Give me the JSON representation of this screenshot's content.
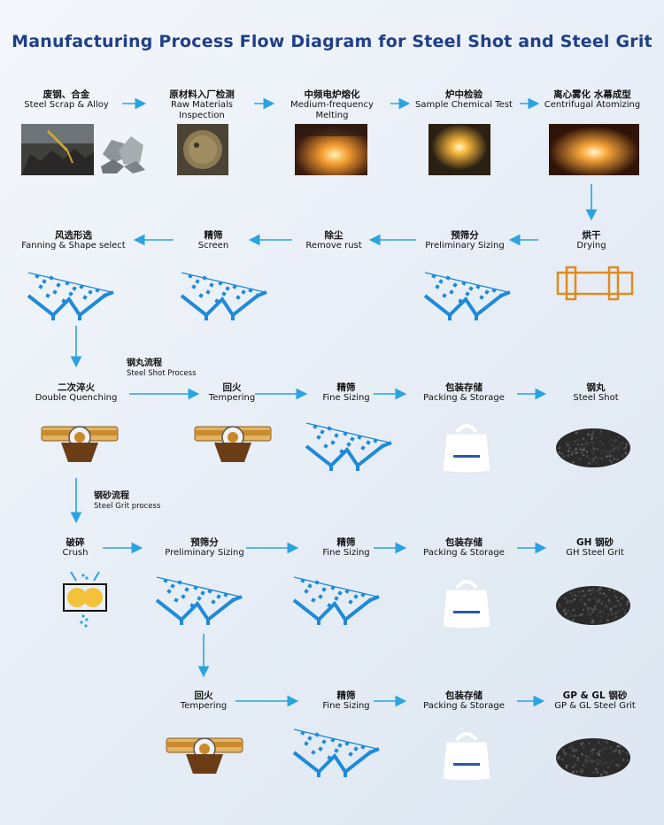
{
  "title": "Manufacturing Process Flow Diagram for Steel Shot and Steel Grit",
  "colors": {
    "arrow": "#2aa3e0",
    "title": "#1f3f8a",
    "screen": "#1f8ad8",
    "dryer": "#e08a1e",
    "roller": "#c8923a",
    "shot": "#2b2b2b"
  },
  "steps": {
    "scrap": {
      "cn": "废钢、合金",
      "en": "Steel Scrap & Alloy"
    },
    "inspection": {
      "cn": "原材料入厂检测",
      "en": "Raw Materials Inspection"
    },
    "melting": {
      "cn": "中频电炉熔化",
      "en": "Medium-frequency Melting"
    },
    "chemical": {
      "cn": "炉中检验",
      "en": "Sample Chemical Test"
    },
    "atomizing": {
      "cn": "离心雾化 水幕成型",
      "en": "Centrifugal Atomizing"
    },
    "drying": {
      "cn": "烘干",
      "en": "Drying"
    },
    "presizing1": {
      "cn": "预筛分",
      "en": "Preliminary Sizing"
    },
    "rust": {
      "cn": "除尘",
      "en": "Remove rust"
    },
    "screen": {
      "cn": "精筛",
      "en": "Screen"
    },
    "fanning": {
      "cn": "风选形选",
      "en": "Fanning & Shape select"
    },
    "quench": {
      "cn": "二次淬火",
      "en": "Double Quenching"
    },
    "temper1": {
      "cn": "回火",
      "en": "Tempering"
    },
    "fine1": {
      "cn": "精筛",
      "en": "Fine Sizing"
    },
    "pack1": {
      "cn": "包装存储",
      "en": "Packing & Storage"
    },
    "shot": {
      "cn": "钢丸",
      "en": "Steel Shot"
    },
    "crush": {
      "cn": "破碎",
      "en": "Crush"
    },
    "presizing2": {
      "cn": "预筛分",
      "en": "Preliminary Sizing"
    },
    "fine2": {
      "cn": "精筛",
      "en": "Fine Sizing"
    },
    "pack2": {
      "cn": "包装存储",
      "en": "Packing & Storage"
    },
    "gh": {
      "cn": "GH 钢砂",
      "en": "GH Steel Grit"
    },
    "temper2": {
      "cn": "回火",
      "en": "Tempering"
    },
    "fine3": {
      "cn": "精筛",
      "en": "Fine Sizing"
    },
    "pack3": {
      "cn": "包装存储",
      "en": "Packing & Storage"
    },
    "gp": {
      "cn": "GP & GL 钢砂",
      "en": "GP & GL Steel Grit"
    }
  },
  "branches": {
    "shot_process": {
      "cn": "钢丸流程",
      "en": "Steel Shot Process"
    },
    "grit_process": {
      "cn": "钢砂流程",
      "en": "Steel Grit process"
    }
  }
}
